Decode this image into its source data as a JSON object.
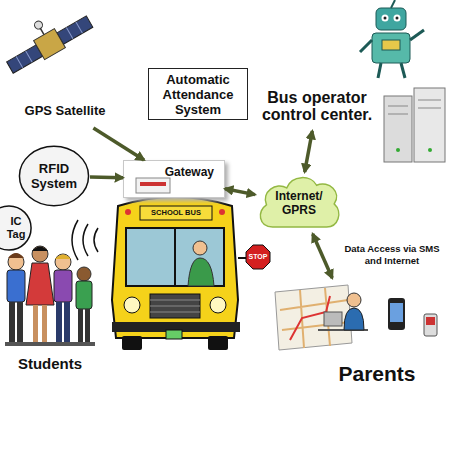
{
  "diagram": {
    "nodes": [
      {
        "text": [
          "Automatic Attendance System"
        ]
      },
      {
        "text": [
          "Bus operator control center."
        ]
      },
      {
        "text": [
          "GPS Satellite"
        ]
      },
      {
        "text": [
          "RFID System"
        ]
      },
      {
        "text": [
          "Gateway"
        ]
      },
      {
        "text": [
          "Internet/ GPRS"
        ]
      },
      {
        "text": [
          "IC Tag"
        ]
      },
      {
        "text": [
          "Parents"
        ]
      }
    ],
    "edges": [
      {
        "from": 2,
        "to": 4,
        "arrow": "to"
      },
      {
        "from": 3,
        "to": 4,
        "arrow": "to"
      },
      {
        "from": 4,
        "to": 5,
        "arrow": "both"
      },
      {
        "from": 5,
        "to": 1,
        "arrow": "both"
      },
      {
        "from": 5,
        "to": 7,
        "arrow": "both",
        "label": "Data Access via SMS and Internet"
      }
    ],
    "labels": [
      "SCHOOL BUS",
      "STOP",
      "Students"
    ]
  }
}
